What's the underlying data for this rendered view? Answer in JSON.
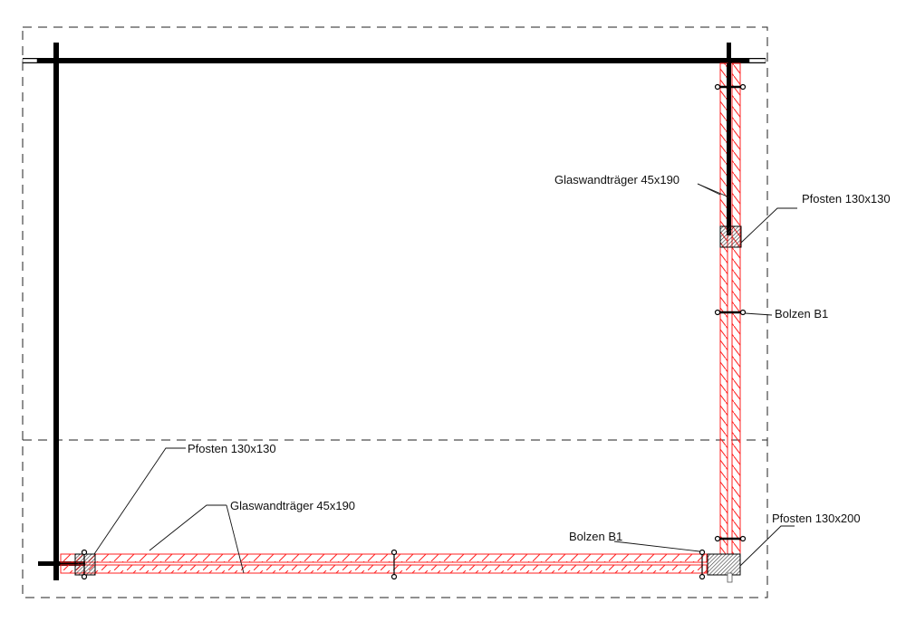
{
  "labels": {
    "glass_beam_right": "Glaswandträger 45x190",
    "post_right": "Pfosten 130x130",
    "bolt_right": "Bolzen B1",
    "post_left": "Pfosten 130x130",
    "glass_beam_bottom": "Glaswandträger 45x190",
    "bolt_bottom": "Bolzen B1",
    "post_corner": "Pfosten 130x200"
  },
  "colors": {
    "beam_hatch": "#ff2020",
    "line": "#000000",
    "post_hatch": "#333333"
  }
}
